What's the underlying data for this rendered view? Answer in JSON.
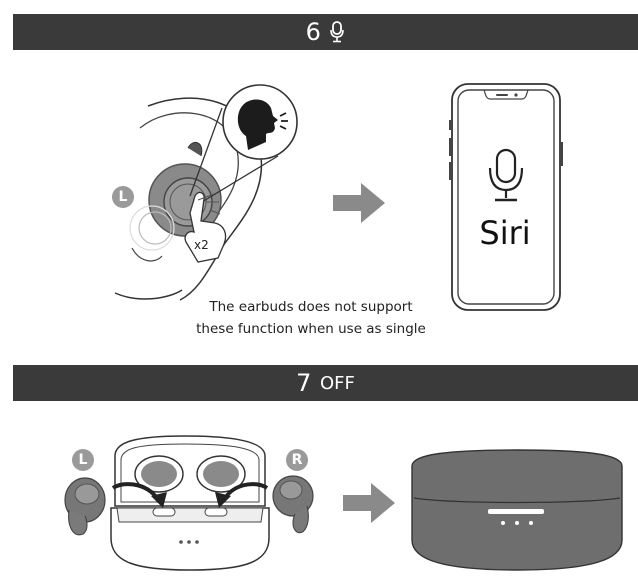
{
  "section6": {
    "number": "6",
    "icon": "microphone-icon"
  },
  "section7": {
    "number": "7",
    "label": "OFF"
  },
  "ear_panel": {
    "side_label": "L",
    "tap_count": "x2"
  },
  "phone": {
    "assistant_label": "Siri"
  },
  "note": {
    "line1": "The earbuds does not support",
    "line2": "these function when use as single"
  },
  "case_panel": {
    "left_label": "L",
    "right_label": "R"
  },
  "colors": {
    "bar": "#3a3a3a",
    "accent_gray": "#8a8a8a",
    "case_gray": "#6e6e6e"
  }
}
